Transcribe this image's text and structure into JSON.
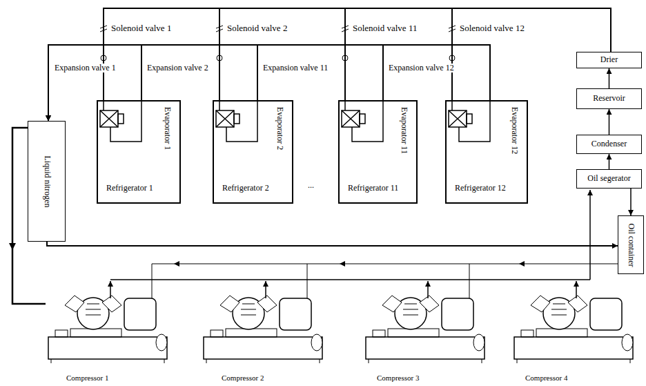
{
  "diagram": {
    "nodes": [
      {
        "text": [
          "Liquid nitrogen"
        ]
      },
      {
        "text": [
          "Evaporator 1",
          "Refrigerator 1"
        ]
      },
      {
        "text": [
          "Evaporator 2",
          "Refrigerator 2"
        ]
      },
      {
        "text": [
          "Evaporator 11",
          "Refrigerator 11"
        ]
      },
      {
        "text": [
          "Evaporator 12",
          "Refrigerator 12"
        ]
      },
      {
        "text": [
          "Drier"
        ]
      },
      {
        "text": [
          "Reservoir"
        ]
      },
      {
        "text": [
          "Condenser"
        ]
      },
      {
        "text": [
          "Oil segerator"
        ]
      },
      {
        "text": [
          "Oil container"
        ]
      }
    ],
    "edges": [
      {
        "from": 8,
        "to": 7,
        "arrow": "to"
      },
      {
        "from": 7,
        "to": 6,
        "arrow": "to"
      },
      {
        "from": 6,
        "to": 5,
        "arrow": "to"
      },
      {
        "from": 8,
        "to": 9,
        "arrow": "to"
      },
      {
        "from": 5,
        "to": 1,
        "arrow": "none"
      },
      {
        "from": 5,
        "to": 2,
        "arrow": "none"
      },
      {
        "from": 5,
        "to": 3,
        "arrow": "none"
      },
      {
        "from": 5,
        "to": 4,
        "arrow": "none"
      },
      {
        "from": 1,
        "to": 0,
        "arrow": "to"
      },
      {
        "from": 2,
        "to": 0,
        "arrow": "to"
      },
      {
        "from": 3,
        "to": 0,
        "arrow": "to"
      },
      {
        "from": 4,
        "to": 0,
        "arrow": "to"
      },
      {
        "from": 0,
        "to": 9,
        "arrow": "to"
      }
    ],
    "labels": [
      "Solenoid valve 1",
      "Solenoid valve 2",
      "Solenoid valve 11",
      "Solenoid valve 12",
      "Expansion valve 1",
      "Expansion valve 2",
      "Expansion valve 11",
      "Expansion valve 12",
      "...",
      "Compressor 1",
      "Compressor 2",
      "Compressor 3",
      "Compressor 4"
    ]
  }
}
